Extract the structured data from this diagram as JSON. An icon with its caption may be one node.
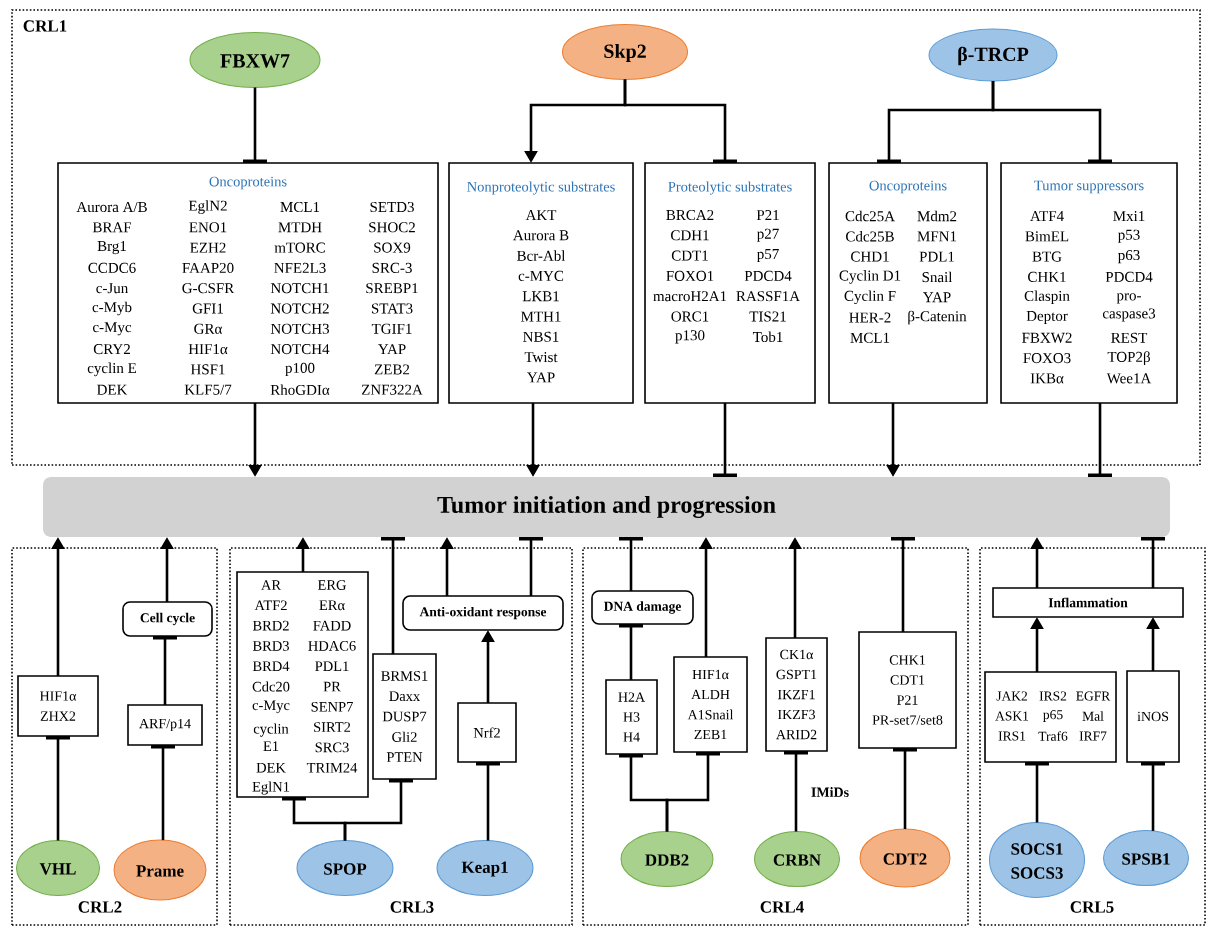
{
  "diagram": {
    "nodes": [
      {
        "text": [
          "CRL1"
        ]
      },
      {
        "text": [
          "FBXW7"
        ],
        "in": 0
      },
      {
        "text": [
          "Skp2"
        ],
        "in": 0
      },
      {
        "text": [
          "β-TRCP"
        ],
        "in": 0
      },
      {
        "text": [
          "Oncoproteins",
          "Aurora A/B",
          "BRAF",
          "Brg1",
          "CCDC6",
          "c-Jun",
          "c-Myb",
          "c-Myc",
          "CRY2",
          "cyclin E",
          "DEK",
          "EglN2",
          "ENO1",
          "EZH2",
          "FAAP20",
          "G-CSFR",
          "GFI1",
          "GRα",
          "HIF1α",
          "HSF1",
          "KLF5/7",
          "MCL1",
          "MTDH",
          "mTORC",
          "NFE2L3",
          "NOTCH1",
          "NOTCH2",
          "NOTCH3",
          "NOTCH4",
          "p100",
          "RhoGDIα",
          "SETD3",
          "SHOC2",
          "SOX9",
          "SRC-3",
          "SREBP1",
          "STAT3",
          "TGIF1",
          "YAP",
          "ZEB2",
          "ZNF322A"
        ],
        "in": 0
      },
      {
        "text": [
          "Nonproteolytic substrates",
          "AKT",
          "Aurora B",
          "Bcr-Abl",
          "c-MYC",
          "LKB1",
          "MTH1",
          "NBS1",
          "Twist",
          "YAP"
        ],
        "in": 0
      },
      {
        "text": [
          "Proteolytic substrates",
          "BRCA2",
          "CDH1",
          "CDT1",
          "FOXO1",
          "macroH2A1",
          "ORC1",
          "p130",
          "P21",
          "p27",
          "p57",
          "PDCD4",
          "RASSF1A",
          "TIS21",
          "Tob1"
        ],
        "in": 0
      },
      {
        "text": [
          "Oncoproteins",
          "Cdc25A",
          "Cdc25B",
          "CHD1",
          "Cyclin D1",
          "Cyclin F",
          "HER-2",
          "MCL1",
          "Mdm2",
          "MFN1",
          "PDL1",
          "Snail",
          "YAP",
          "β-Catenin"
        ],
        "in": 0
      },
      {
        "text": [
          "Tumor suppressors",
          "ATF4",
          "BimEL",
          "BTG",
          "CHK1",
          "Claspin",
          "Deptor",
          "FBXW2",
          "FOXO3",
          "IKBα",
          "Mxi1",
          "p53",
          "p63",
          "PDCD4",
          "pro-caspase3",
          "REST",
          "TOP2β",
          "Wee1A"
        ],
        "in": 0
      },
      {
        "text": [
          "Tumor initiation and progression"
        ]
      },
      {
        "text": [
          "CRL2"
        ]
      },
      {
        "text": [
          "HIF1α",
          "ZHX2"
        ],
        "in": 10
      },
      {
        "text": [
          "Cell cycle"
        ],
        "in": 10
      },
      {
        "text": [
          "ARF/p14"
        ],
        "in": 10
      },
      {
        "text": [
          "VHL"
        ],
        "in": 10
      },
      {
        "text": [
          "Prame"
        ],
        "in": 10
      },
      {
        "text": [
          "CRL3"
        ]
      },
      {
        "text": [
          "AR",
          "ATF2",
          "BRD2",
          "BRD3",
          "BRD4",
          "Cdc20",
          "c-Myc",
          "cyclin E1",
          "DEK",
          "EglN1",
          "ERG",
          "ERα",
          "FADD",
          "HDAC6",
          "PDL1",
          "PR",
          "SENP7",
          "SIRT2",
          "SRC3",
          "TRIM24"
        ],
        "in": 16
      },
      {
        "text": [
          "Anti-oxidant response"
        ],
        "in": 16
      },
      {
        "text": [
          "BRMS1",
          "Daxx",
          "DUSP7",
          "Gli2",
          "PTEN"
        ],
        "in": 16
      },
      {
        "text": [
          "Nrf2"
        ],
        "in": 16
      },
      {
        "text": [
          "SPOP"
        ],
        "in": 16
      },
      {
        "text": [
          "Keap1"
        ],
        "in": 16
      },
      {
        "text": [
          "CRL4"
        ]
      },
      {
        "text": [
          "DNA damage"
        ],
        "in": 23
      },
      {
        "text": [
          "H2A",
          "H3",
          "H4"
        ],
        "in": 23
      },
      {
        "text": [
          "HIF1α",
          "ALDH",
          "A1Snail",
          "ZEB1"
        ],
        "in": 23
      },
      {
        "text": [
          "CK1α",
          "GSPT1",
          "IKZF1",
          "IKZF3",
          "ARID2"
        ],
        "in": 23
      },
      {
        "text": [
          "CHK1",
          "CDT1",
          "P21",
          "PR-set7/set8"
        ],
        "in": 23
      },
      {
        "text": [
          "DDB2"
        ],
        "in": 23
      },
      {
        "text": [
          "CRBN"
        ],
        "in": 23
      },
      {
        "text": [
          "CDT2"
        ],
        "in": 23
      },
      {
        "text": [
          "CRL5"
        ]
      },
      {
        "text": [
          "Inflammation"
        ],
        "in": 32
      },
      {
        "text": [
          "JAK2",
          "IRS2",
          "EGFR",
          "ASK1",
          "p65",
          "Mal",
          "IRS1",
          "Traf6",
          "IRF7"
        ],
        "in": 32
      },
      {
        "text": [
          "iNOS"
        ],
        "in": 32
      },
      {
        "text": [
          "SOCS1",
          "SOCS3"
        ],
        "in": 32
      },
      {
        "text": [
          "SPSB1"
        ],
        "in": 32
      }
    ],
    "edges": [
      {
        "from": 1,
        "to": 4,
        "arrow": "other"
      },
      {
        "from": 4,
        "to": 9,
        "arrow": "to"
      },
      {
        "from": 2,
        "to": 5,
        "arrow": "to"
      },
      {
        "from": 2,
        "to": 6,
        "arrow": "other"
      },
      {
        "from": 5,
        "to": 9,
        "arrow": "to"
      },
      {
        "from": 6,
        "to": 9,
        "arrow": "other"
      },
      {
        "from": 3,
        "to": 7,
        "arrow": "other"
      },
      {
        "from": 3,
        "to": 8,
        "arrow": "other"
      },
      {
        "from": 7,
        "to": 9,
        "arrow": "to"
      },
      {
        "from": 8,
        "to": 9,
        "arrow": "other"
      },
      {
        "from": 14,
        "to": 11,
        "arrow": "other"
      },
      {
        "from": 11,
        "to": 9,
        "arrow": "to"
      },
      {
        "from": 15,
        "to": 13,
        "arrow": "other"
      },
      {
        "from": 13,
        "to": 12,
        "arrow": "other"
      },
      {
        "from": 12,
        "to": 9,
        "arrow": "to"
      },
      {
        "from": 21,
        "to": 17,
        "arrow": "other"
      },
      {
        "from": 21,
        "to": 19,
        "arrow": "other"
      },
      {
        "from": 17,
        "to": 9,
        "arrow": "to"
      },
      {
        "from": 19,
        "to": 9,
        "arrow": "other"
      },
      {
        "from": 22,
        "to": 20,
        "arrow": "other"
      },
      {
        "from": 20,
        "to": 18,
        "arrow": "to"
      },
      {
        "from": 18,
        "to": 9,
        "arrow": "to"
      },
      {
        "from": 18,
        "to": 9,
        "arrow": "other"
      },
      {
        "from": 29,
        "to": 25,
        "arrow": "other"
      },
      {
        "from": 29,
        "to": 26,
        "arrow": "other"
      },
      {
        "from": 25,
        "to": 24,
        "arrow": "other"
      },
      {
        "from": 24,
        "to": 9,
        "arrow": "other"
      },
      {
        "from": 26,
        "to": 9,
        "arrow": "to"
      },
      {
        "from": 30,
        "to": 27,
        "arrow": "other",
        "label": "IMiDs"
      },
      {
        "from": 27,
        "to": 9,
        "arrow": "to"
      },
      {
        "from": 31,
        "to": 28,
        "arrow": "other"
      },
      {
        "from": 28,
        "to": 9,
        "arrow": "other"
      },
      {
        "from": 36,
        "to": 34,
        "arrow": "other"
      },
      {
        "from": 37,
        "to": 35,
        "arrow": "other"
      },
      {
        "from": 34,
        "to": 33,
        "arrow": "to"
      },
      {
        "from": 35,
        "to": 33,
        "arrow": "to"
      },
      {
        "from": 33,
        "to": 9,
        "arrow": "to"
      },
      {
        "from": 33,
        "to": 9,
        "arrow": "other"
      }
    ]
  }
}
